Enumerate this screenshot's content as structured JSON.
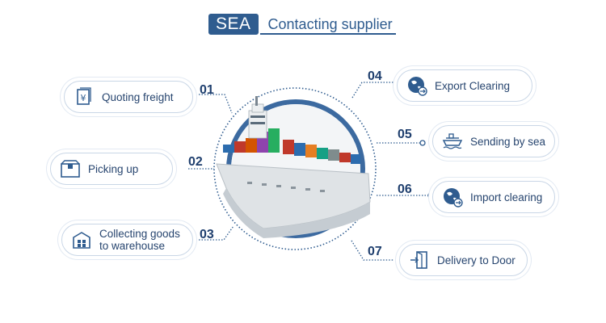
{
  "header": {
    "badge": "SEA",
    "title": "Contacting supplier"
  },
  "steps": [
    {
      "number": "01",
      "label": "Quoting freight",
      "icon": "yen-document-icon"
    },
    {
      "number": "02",
      "label": "Picking up",
      "icon": "box-icon"
    },
    {
      "number": "03",
      "label_line1": "Collecting goods",
      "label_line2": "to warehouse",
      "icon": "warehouse-icon"
    },
    {
      "number": "04",
      "label": "Export Clearing",
      "icon": "globe-icon"
    },
    {
      "number": "05",
      "label": "Sending by sea",
      "icon": "ship-icon"
    },
    {
      "number": "06",
      "label": "Import clearing",
      "icon": "globe-icon"
    },
    {
      "number": "07",
      "label": "Delivery to Door",
      "icon": "door-exit-icon"
    }
  ],
  "colors": {
    "primary": "#2f5c8f",
    "dark": "#1f3f6e",
    "pill_border": "#c9d6e6"
  }
}
